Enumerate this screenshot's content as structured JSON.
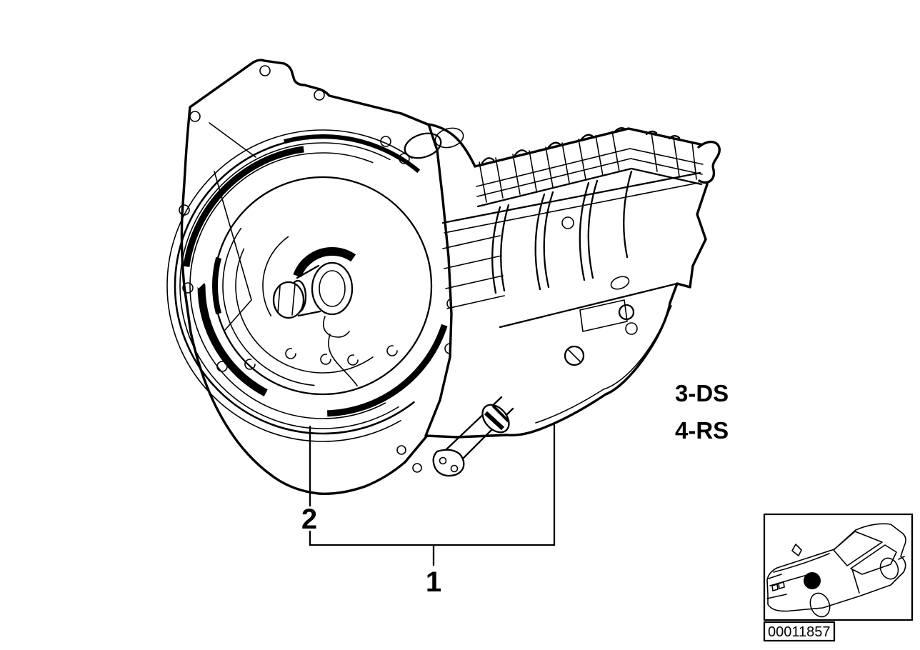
{
  "palette": {
    "line": "#000000",
    "background": "#ffffff"
  },
  "callouts": {
    "part_1": "1",
    "part_2": "2"
  },
  "variant_labels": {
    "line_1": "3-DS",
    "line_2": "4-RS"
  },
  "footer": {
    "image_code": "00011857"
  },
  "icons": {
    "car_thumbnail": "bmw-sedan-outline-icon",
    "location_marker": "filled-circle-marker"
  }
}
